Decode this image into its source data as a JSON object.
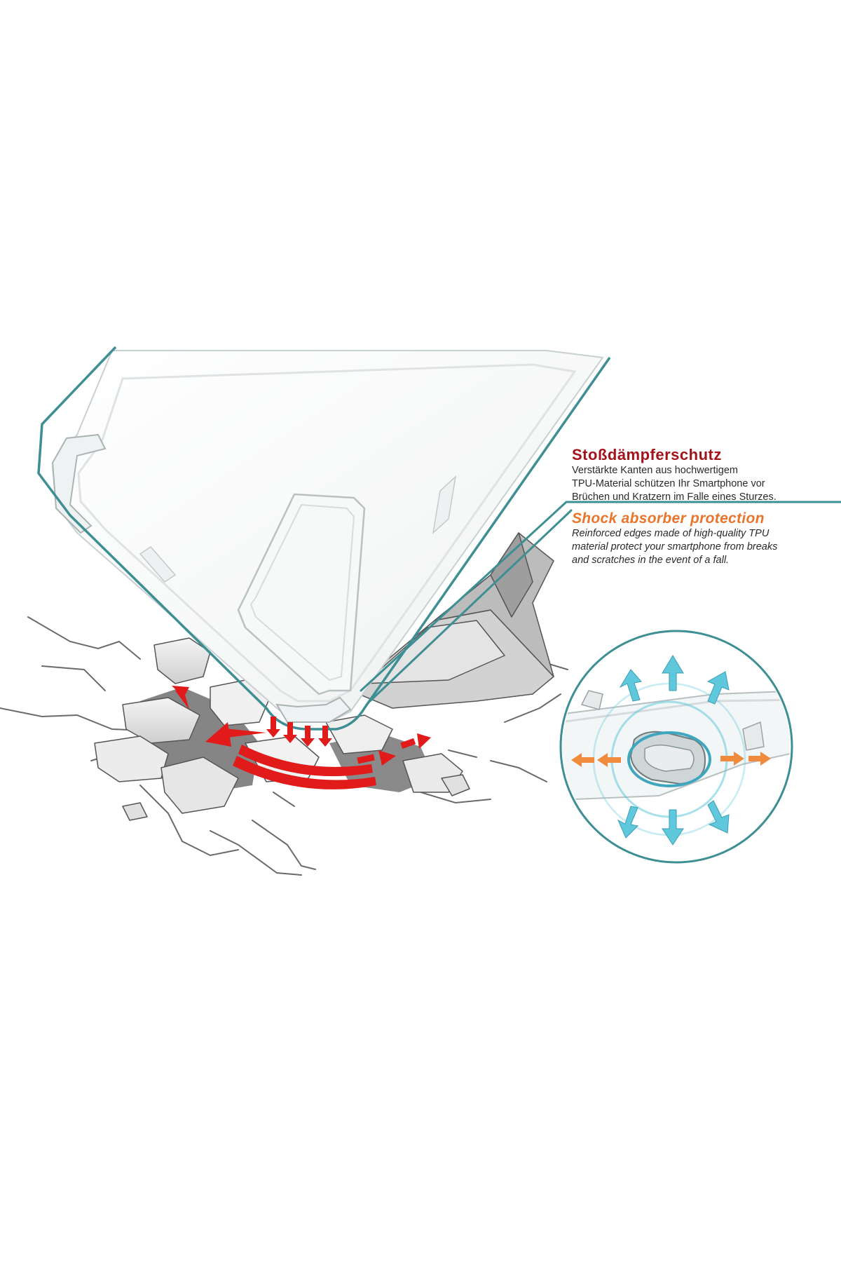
{
  "feature": {
    "de": {
      "title": "Stoßdämpferschutz",
      "lines": [
        "Verstärkte Kanten aus hochwertigem",
        "TPU-Material schützen Ihr Smartphone vor",
        "Brüchen und Kratzern im Falle eines Sturzes."
      ]
    },
    "en": {
      "title": "Shock absorber protection",
      "lines": [
        "Reinforced edges made of high-quality TPU",
        "material protect your smartphone from breaks",
        "and scratches in the event of a fall."
      ]
    }
  },
  "colors": {
    "de_title": "#a3131b",
    "en_title": "#e8752d",
    "outline_teal": "#3e8f94",
    "impact_red": "#e11a1a",
    "shock_cyan": "#5fc8dc",
    "spread_orange": "#f08a3c",
    "rubble_shadow": "#7e7e7e"
  },
  "icons": {
    "impact": "impact-arrows-icon",
    "shock_ring": "shock-ring-icon",
    "callout": "callout-line-icon"
  }
}
